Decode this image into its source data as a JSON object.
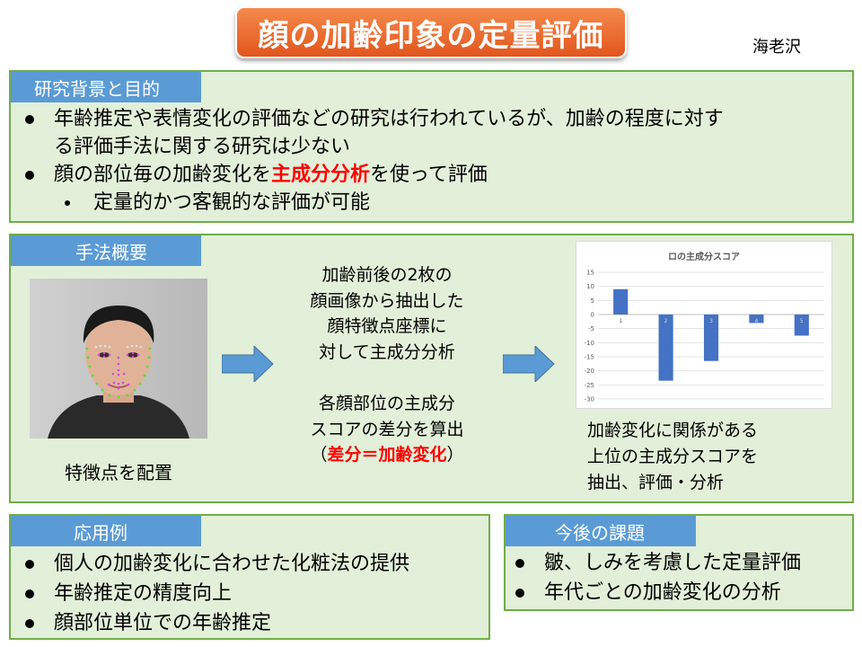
{
  "title": "顔の加齢印象の定量評価",
  "author": "海老沢",
  "background_section": {
    "label": "研究背景と目的",
    "bullet1_line1": "年齢推定や表情変化の評価などの研究は行われているが、加齢の程度に対す",
    "bullet1_line2": "る評価手法に関する研究は少ない",
    "bullet2_pre": "顔の部位毎の加齢変化を",
    "bullet2_emph": "主成分分析",
    "bullet2_post": "を使って評価",
    "sub_bullet": "定量的かつ客観的な評価が可能"
  },
  "method_section": {
    "label": "手法概要",
    "photo_caption": "特徴点を配置",
    "step1": [
      "加齢前後の2枚の",
      "顔画像から抽出した",
      "顔特徴点座標に",
      "対して主成分分析"
    ],
    "step2": [
      "各顔部位の主成分",
      "スコアの差分を算出"
    ],
    "step2_paren_open": "（",
    "step2_emph": "差分＝加齢変化",
    "step2_paren_close": "）",
    "step3": [
      "加齢変化に関係がある",
      "上位の主成分スコアを",
      "抽出、評価・分析"
    ]
  },
  "application_section": {
    "label": "応用例",
    "items": [
      "個人の加齢変化に合わせた化粧法の提供",
      "年齢推定の精度向上",
      "顔部位単位での年齢推定"
    ]
  },
  "future_section": {
    "label": "今後の課題",
    "items": [
      "皺、しみを考慮した定量評価",
      "年代ごとの加齢変化の分析"
    ]
  },
  "colors": {
    "title_orange": "#e8692f",
    "panel_green": "#e2f0d9",
    "panel_border": "#70ad47",
    "tag_blue": "#5b9bd5",
    "arrow_blue": "#5b9bd5",
    "bar_blue": "#4472c4",
    "emphasis_red": "#ff0000"
  },
  "chart_data": {
    "type": "bar",
    "title": "ロの主成分スコア",
    "categories": [
      "1",
      "2",
      "3",
      "4",
      "5"
    ],
    "values": [
      9,
      -23.5,
      -16.5,
      -3,
      -7.5
    ],
    "ylim": [
      -30,
      15
    ],
    "yticks": [
      15,
      10,
      5,
      0,
      -5,
      -10,
      -15,
      -20,
      -25,
      -30
    ],
    "grid": true,
    "legend": "none"
  }
}
